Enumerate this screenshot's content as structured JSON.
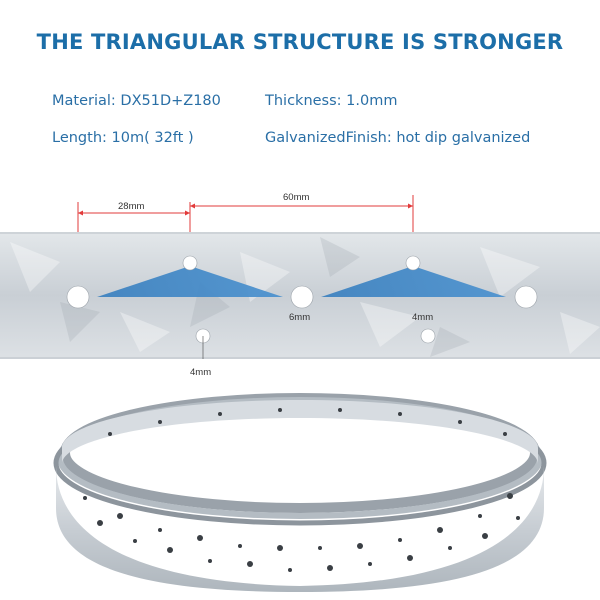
{
  "title": "THE TRIANGULAR STRUCTURE IS STRONGER",
  "specs": {
    "material": "Material: DX51D+Z180",
    "thickness": "Thickness: 1.0mm",
    "length": "Length: 10m( 32ft )",
    "finish": "GalvanizedFinish: hot dip galvanized"
  },
  "dimensions": {
    "spacing_small": "28mm",
    "spacing_large": "60mm",
    "big_hole": "6mm",
    "small_hole_right": "4mm",
    "small_hole_bottom": "4mm"
  },
  "colors": {
    "title": "#1c6ea8",
    "spec_text": "#2a6fa6",
    "triangle": "#3f86c4",
    "dimension_line": "#e23b3b",
    "metal": "#d3d8dd"
  }
}
